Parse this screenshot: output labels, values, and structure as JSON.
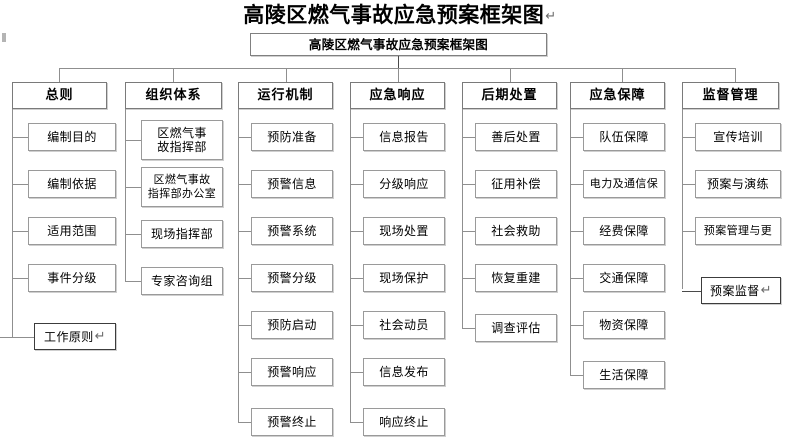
{
  "document": {
    "title": "高陵区燃气事故应急预案框架图",
    "title_return_mark": "↵"
  },
  "diagram": {
    "type": "organizational-flowchart",
    "orientation": "top-down",
    "root": {
      "label": "高陵区燃气事故应急预案框架图"
    },
    "columns": [
      {
        "id": "col-general-principles",
        "header": "总则",
        "items": [
          {
            "label": "编制目的"
          },
          {
            "label": "编制依据"
          },
          {
            "label": "适用范围"
          },
          {
            "label": "事件分级"
          },
          {
            "label": "工作原则",
            "return_mark": "↵",
            "emphasis": true
          }
        ]
      },
      {
        "id": "col-organization",
        "header": "组织体系",
        "items": [
          {
            "label": "区燃气事故指挥部",
            "lines": [
              "区燃气事",
              "故指挥部"
            ]
          },
          {
            "label": "区燃气事故指挥部办公室",
            "lines": [
              "区燃气事故",
              "指挥部办公室"
            ]
          },
          {
            "label": "现场指挥部"
          },
          {
            "label": "专家咨询组"
          }
        ]
      },
      {
        "id": "col-operating-mechanism",
        "header": "运行机制",
        "items": [
          {
            "label": "预防准备"
          },
          {
            "label": "预警信息"
          },
          {
            "label": "预警系统"
          },
          {
            "label": "预警分级"
          },
          {
            "label": "预防启动"
          },
          {
            "label": "预警响应"
          },
          {
            "label": "预警终止"
          }
        ]
      },
      {
        "id": "col-emergency-response",
        "header": "应急响应",
        "items": [
          {
            "label": "信息报告"
          },
          {
            "label": "分级响应"
          },
          {
            "label": "现场处置"
          },
          {
            "label": "现场保护"
          },
          {
            "label": "社会动员"
          },
          {
            "label": "信息发布"
          },
          {
            "label": "响应终止"
          }
        ]
      },
      {
        "id": "col-post-disposal",
        "header": "后期处置",
        "items": [
          {
            "label": "善后处置"
          },
          {
            "label": "征用补偿"
          },
          {
            "label": "社会救助"
          },
          {
            "label": "恢复重建"
          },
          {
            "label": "调查评估"
          }
        ]
      },
      {
        "id": "col-emergency-support",
        "header": "应急保障",
        "items": [
          {
            "label": "队伍保障"
          },
          {
            "label": "电力及通信保"
          },
          {
            "label": "经费保障"
          },
          {
            "label": "交通保障"
          },
          {
            "label": "物资保障"
          },
          {
            "label": "生活保障"
          }
        ]
      },
      {
        "id": "col-supervision",
        "header": "监督管理",
        "items": [
          {
            "label": "宣传培训"
          },
          {
            "label": "预案与演练"
          },
          {
            "label": "预案管理与更"
          },
          {
            "label": "预案监督",
            "return_mark": "↵",
            "emphasis": true
          }
        ]
      }
    ]
  },
  "colors": {
    "background": "#ffffff",
    "box_border": "#9a9a9a",
    "box_border_strong": "#3c3c3c",
    "connector": "#8f8f8f",
    "text": "#000000",
    "return_mark": "#6b6b6b"
  }
}
